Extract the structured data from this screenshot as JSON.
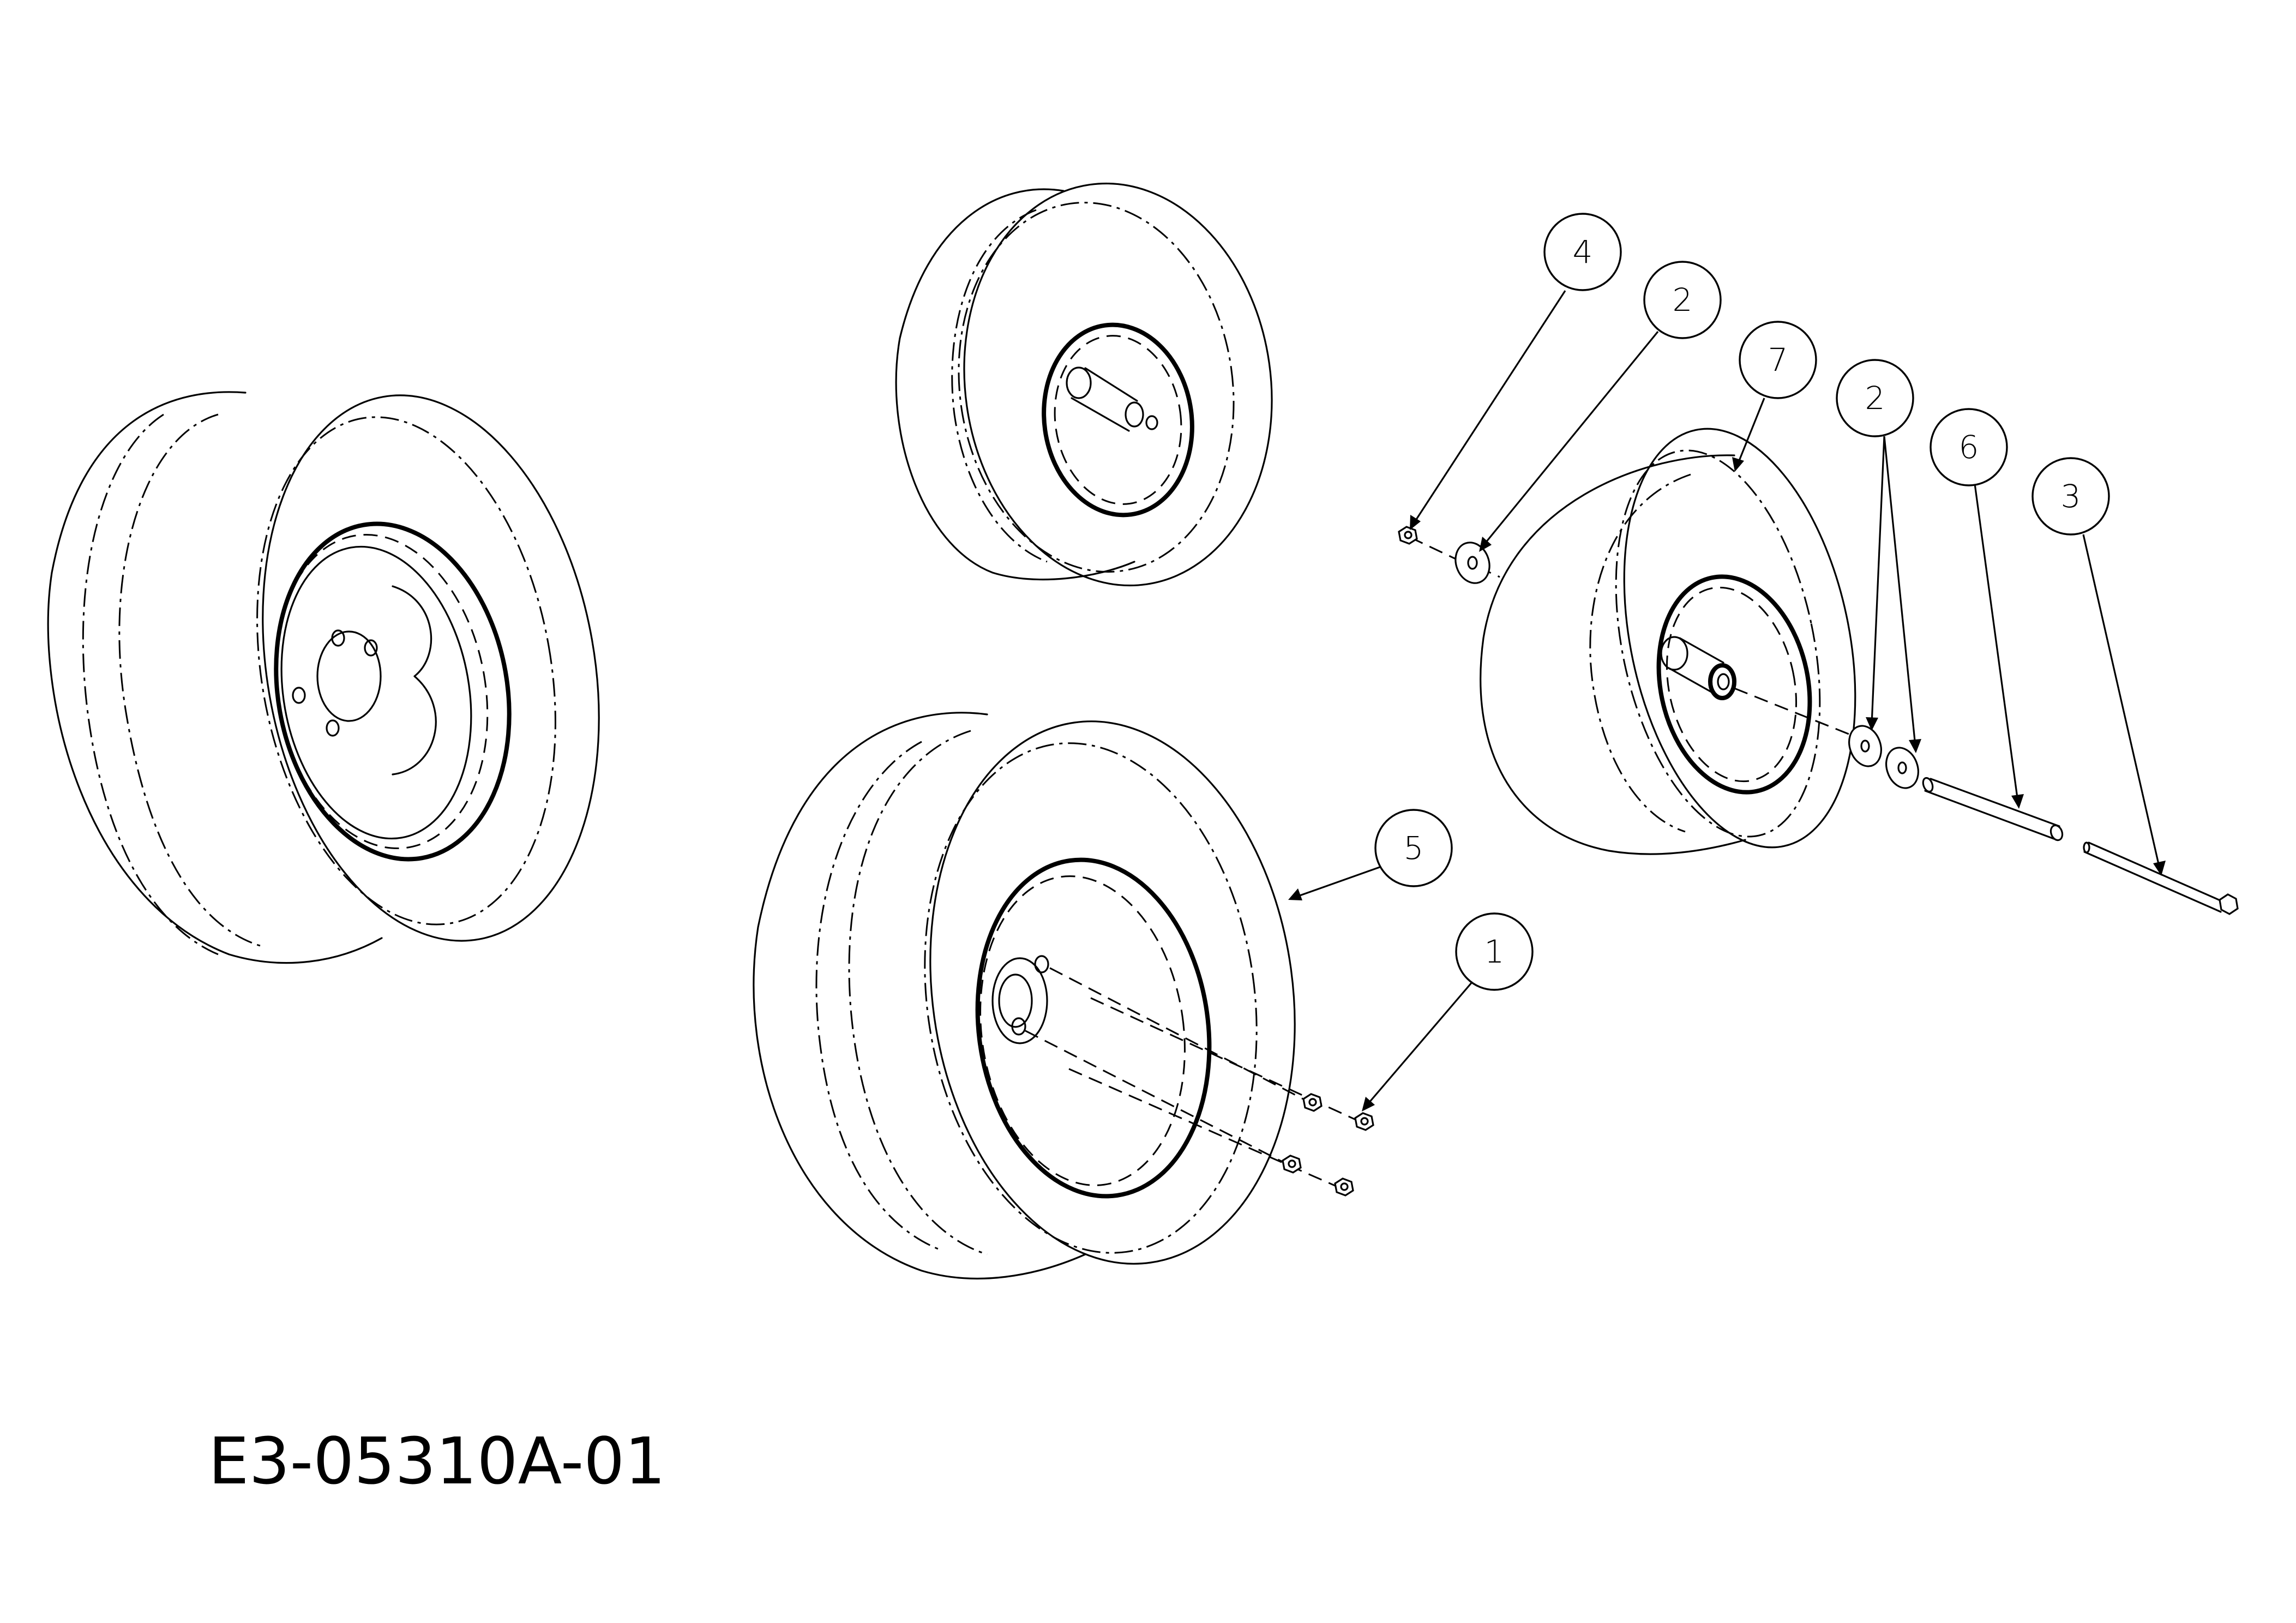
{
  "drawing": {
    "code": "E3-05310A-01"
  },
  "callouts": [
    {
      "id": "callout-1",
      "label": "1"
    },
    {
      "id": "callout-2-a",
      "label": "2"
    },
    {
      "id": "callout-2-b",
      "label": "2"
    },
    {
      "id": "callout-3",
      "label": "3"
    },
    {
      "id": "callout-4",
      "label": "4"
    },
    {
      "id": "callout-5",
      "label": "5"
    },
    {
      "id": "callout-6",
      "label": "6"
    },
    {
      "id": "callout-7",
      "label": "7"
    }
  ]
}
